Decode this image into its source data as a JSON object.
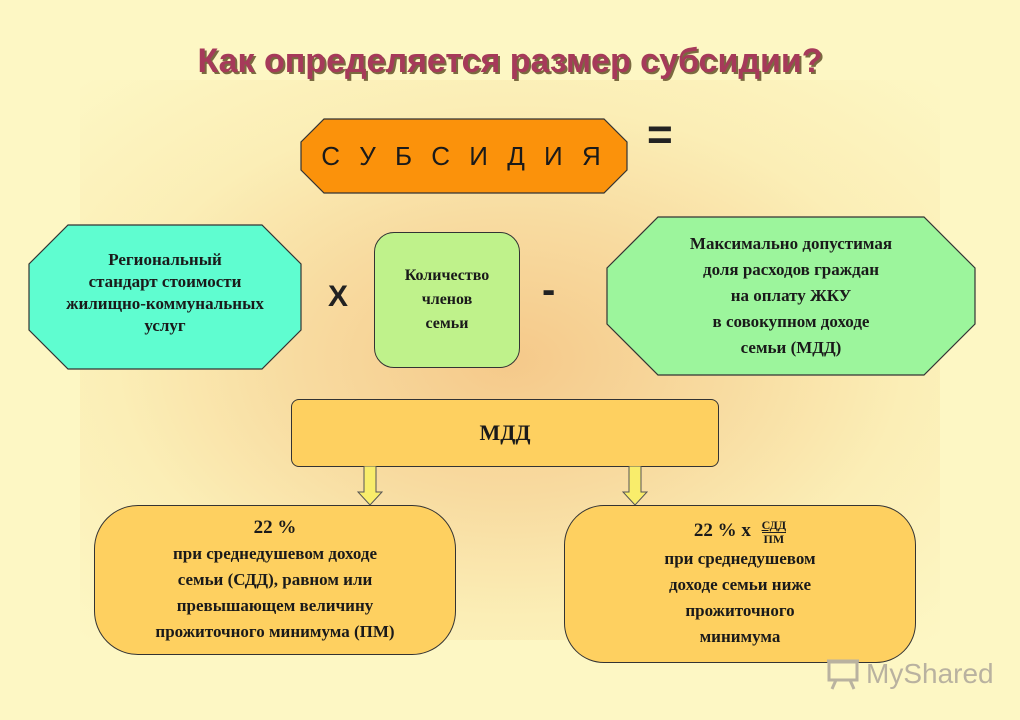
{
  "title": "Как определяется размер субсидии?",
  "subsidy": "С У Б С И Д И Я",
  "operators": {
    "equals": "=",
    "multiply": "Х",
    "minus": "-"
  },
  "regional_standard": [
    "Региональный",
    "стандарт стоимости",
    "жилищно-коммунальных",
    "услуг"
  ],
  "family_members": [
    "Количество",
    "членов",
    "семьи"
  ],
  "max_share": [
    "Максимально допустимая",
    "доля расходов граждан",
    "на оплату ЖКУ",
    "в совокупном доходе",
    "семьи (МДД)"
  ],
  "mdd": "МДД",
  "left_case": {
    "percent": "22 %",
    "lines": [
      "при среднедушевом доходе",
      "семьи (СДД), равном или",
      "превышающем величину",
      "прожиточного минимума (ПМ)"
    ]
  },
  "right_case": {
    "percent": "22 % х",
    "fraction_num": "СДД",
    "fraction_den": "ПМ",
    "lines": [
      "при среднедушевом",
      "доходе семьи ниже",
      "прожиточного",
      "минимума"
    ]
  },
  "watermark": "MyShared",
  "colors": {
    "subsidy": "#fb920b",
    "regional": "#5ffdd0",
    "family": "#bff28b",
    "max_share": "#9cf59c",
    "mdd": "#fed060",
    "title": "#a63a5a"
  }
}
